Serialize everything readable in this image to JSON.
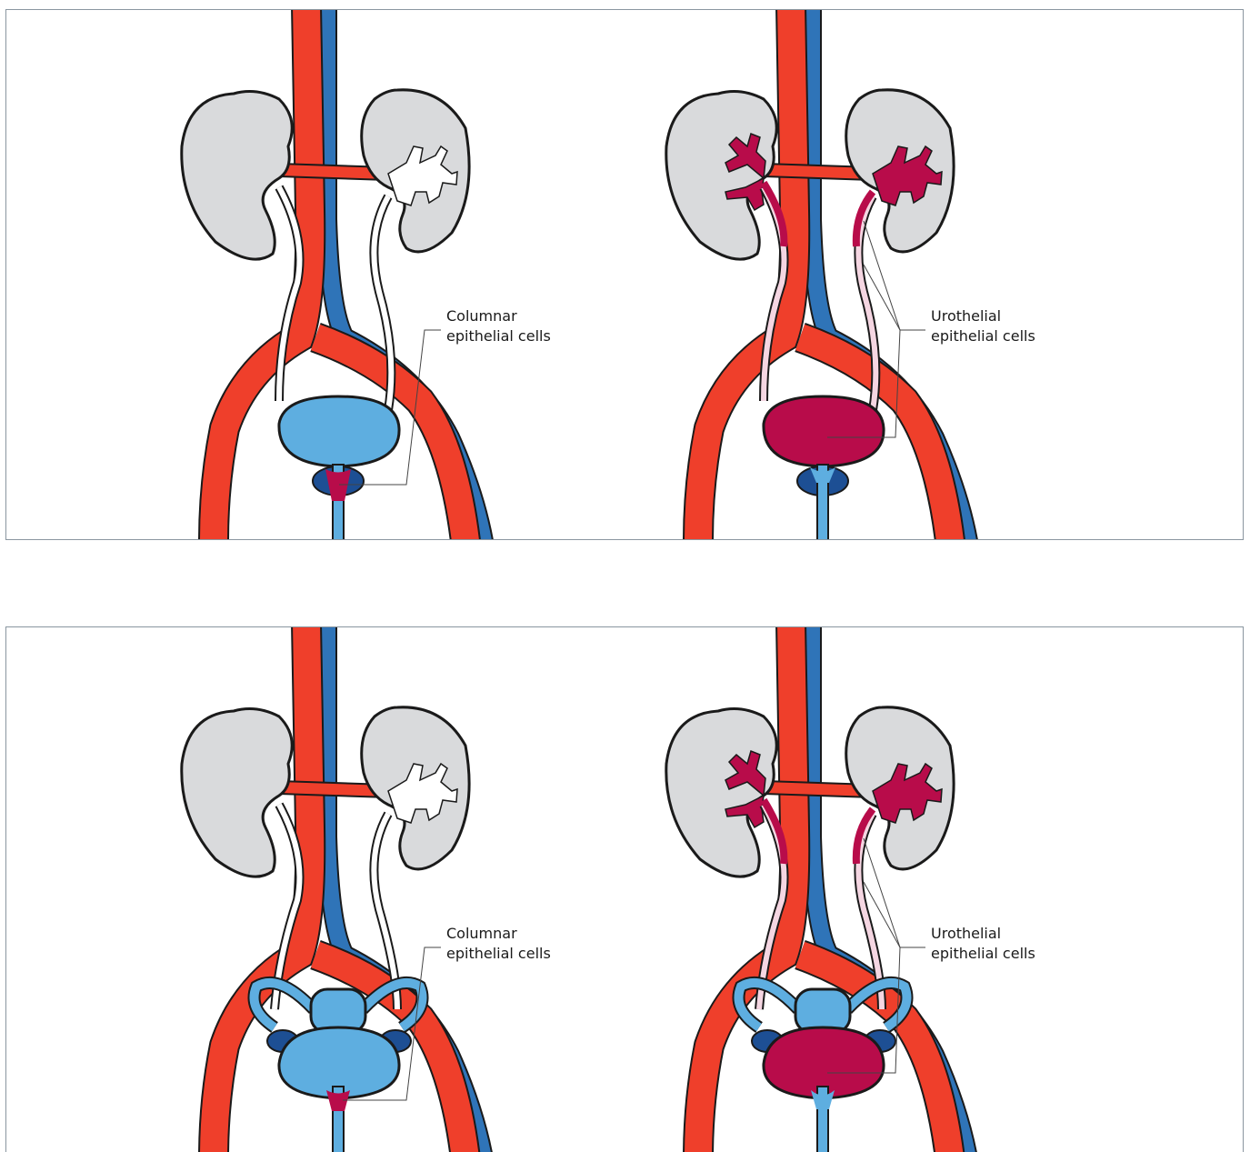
{
  "panels": [
    {
      "id": "top",
      "diagrams": [
        {
          "label_line1": "Columnar",
          "label_line2": "epithelial cells",
          "highlight": "urethra"
        },
        {
          "label_line1": "Urothelial",
          "label_line2": "epithelial cells",
          "highlight": "upper-tract-and-bladder"
        }
      ]
    },
    {
      "id": "bottom",
      "diagrams": [
        {
          "label_line1": "Columnar",
          "label_line2": "epithelial cells",
          "highlight": "urethra"
        },
        {
          "label_line1": "Urothelial",
          "label_line2": "epithelial cells",
          "highlight": "upper-tract-and-bladder"
        }
      ]
    }
  ],
  "colors": {
    "artery": "#ef3f2b",
    "vein": "#2f74b8",
    "kidney": "#d9dadc",
    "bladder": "#5eaee0",
    "urothelium": "#b80c4a",
    "prostate": "#1d4f94",
    "outline": "#1a1a1a"
  }
}
